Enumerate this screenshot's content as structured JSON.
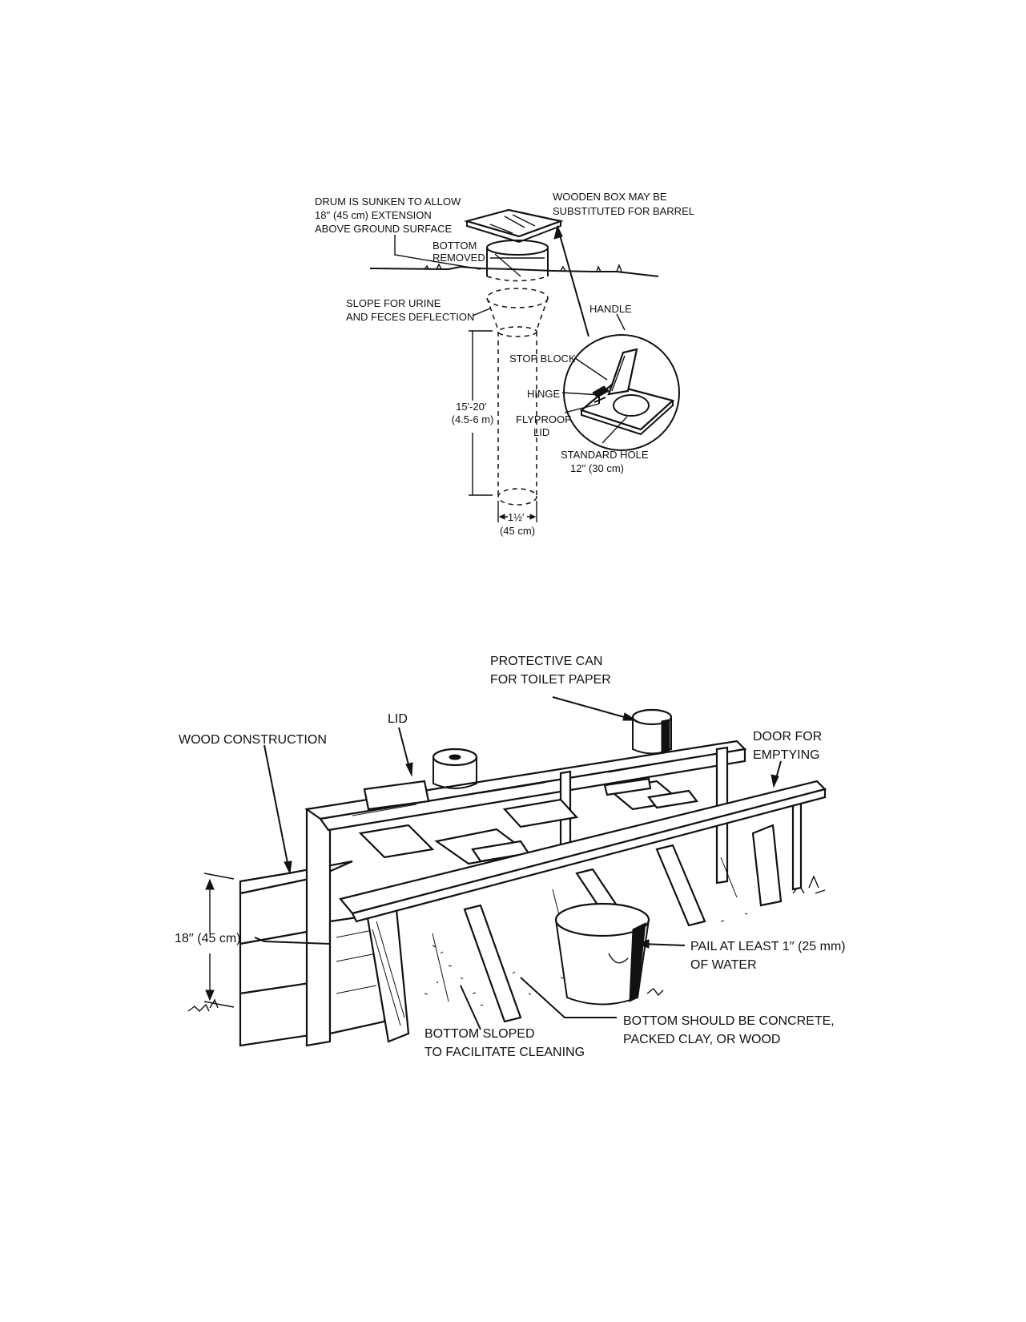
{
  "top_figure": {
    "labels": {
      "drum_sunken": [
        "DRUM IS SUNKEN TO ALLOW",
        "18′′ (45 cm) EXTENSION",
        "ABOVE GROUND SURFACE"
      ],
      "wooden_box": [
        "WOODEN BOX MAY BE",
        "SUBSTITUTED FOR BARREL"
      ],
      "bottom_removed": [
        "BOTTOM",
        "REMOVED"
      ],
      "slope": [
        "SLOPE FOR URINE",
        "AND FECES DEFLECTION"
      ],
      "handle": "HANDLE",
      "stop_block": "STOP BLOCK",
      "hinge": "HINGE",
      "flyproof_lid": [
        "FLYPROOF",
        "LID"
      ],
      "depth": [
        "15′-20′",
        "(4.5-6 m)"
      ],
      "standard_hole": [
        "STANDARD HOLE",
        "12′′ (30 cm)"
      ],
      "width": [
        "1½′",
        "(45 cm)"
      ]
    }
  },
  "bottom_figure": {
    "labels": {
      "protective_can": [
        "PROTECTIVE CAN",
        "FOR TOILET PAPER"
      ],
      "lid": "LID",
      "wood_construction": "WOOD CONSTRUCTION",
      "door": [
        "DOOR FOR",
        "EMPTYING"
      ],
      "height": "18′′ (45 cm)",
      "pail": [
        "PAIL AT LEAST 1′′ (25 mm)",
        "OF WATER"
      ],
      "bottom_should_be": [
        "BOTTOM SHOULD BE CONCRETE,",
        "PACKED CLAY, OR WOOD"
      ],
      "bottom_sloped": [
        "BOTTOM SLOPED",
        "TO FACILITATE CLEANING"
      ]
    }
  }
}
